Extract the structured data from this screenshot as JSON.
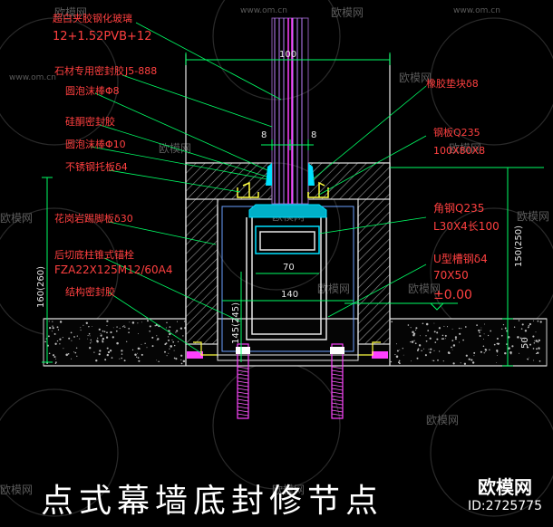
{
  "title": "点式幕墙底封修节点",
  "watermark": {
    "brand": "欧模网",
    "site": "www.om.cn"
  },
  "logo": {
    "brand": "欧模网",
    "id": "ID:2725775"
  },
  "labels": {
    "glass": "超白夹胶钢化玻璃",
    "glass_spec": "12+1.52PVB+12",
    "sealant_stone": "石材专用密封胶",
    "sealant_stone_code": "J5-888",
    "foam_rod_1": "圆泡沫棒Φ8",
    "silicone": "硅酮密封胶",
    "foam_rod_2": "圆泡沫棒Φ10",
    "stainless_plate": "不锈钢托板δ4",
    "granite": "花岗岩踢脚板δ30",
    "anchor_1": "后切底柱锥式锚栓",
    "anchor_2": "FZA22X125M12/60A4",
    "fire_sealant": "结构密封胶",
    "rubber_pad": "橡胶垫块δ8",
    "steel_plate": "钢板Q235",
    "steel_plate_size": "100X80X8",
    "angle": "角钢Q235",
    "angle_size": "L30X4长100",
    "channel": "U型槽钢δ4",
    "channel_size": "70X50",
    "level": "±0.00",
    "dim_100": "100",
    "dim_8a": "8",
    "dim_8b": "8",
    "dim_70": "70",
    "dim_140": "140",
    "dim_145": "145(245)",
    "dim_160": "160(260)",
    "dim_150": "150(250)",
    "dim_50": "50"
  },
  "colors": {
    "background": "#000000",
    "dim": "#00ff66",
    "red_text": "#ff4040",
    "magenta": "#ff40ff",
    "cyan": "#00e0ff",
    "yellow": "#ffff40",
    "white": "#ffffff",
    "hatch": "#c8c8c8"
  }
}
